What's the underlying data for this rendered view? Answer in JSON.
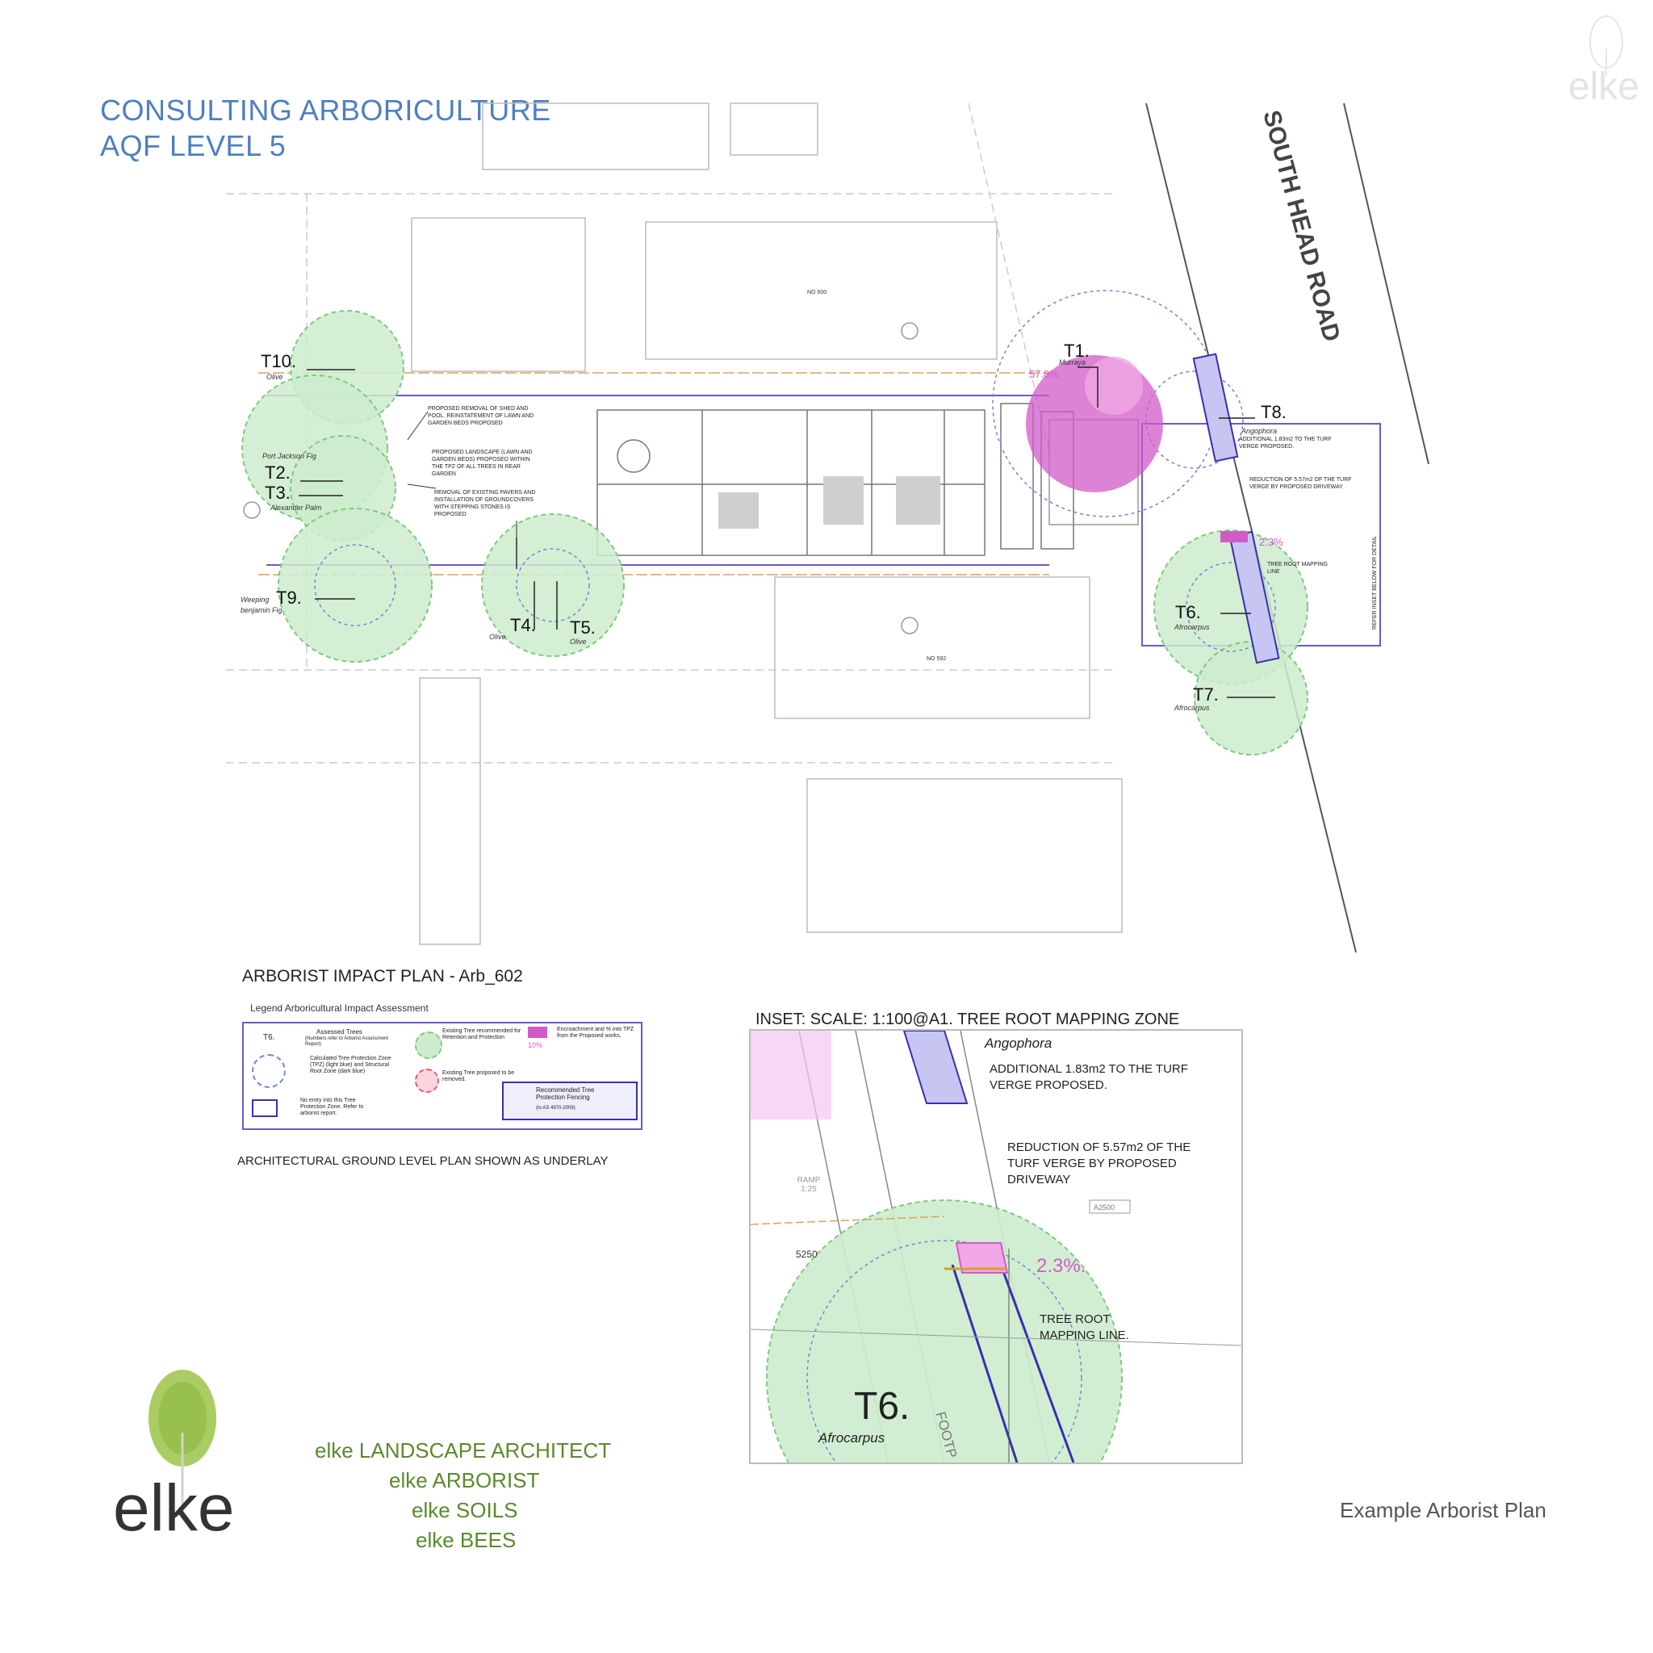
{
  "header": {
    "line1": "CONSULTING ARBORICULTURE",
    "line2": "AQF LEVEL 5"
  },
  "corner_logo": {
    "text": "elke"
  },
  "plan": {
    "road_label": "SOUTH HEAD ROAD",
    "lot_labels": [
      "NO 600",
      "NO 592"
    ],
    "trees": [
      {
        "id": "T1.",
        "species": "Murraya"
      },
      {
        "id": "T2.",
        "species": "Port Jackson Fig"
      },
      {
        "id": "T3.",
        "species": "Alexander Palm"
      },
      {
        "id": "T4.",
        "species": "Olive"
      },
      {
        "id": "T5.",
        "species": "Olive"
      },
      {
        "id": "T6.",
        "species": "Afrocarpus"
      },
      {
        "id": "T7.",
        "species": "Afrocarpus"
      },
      {
        "id": "T8.",
        "species": "Angophora"
      },
      {
        "id": "T9.",
        "species": "Weeping benjamin Fig"
      },
      {
        "id": "T10.",
        "species": "Olive"
      }
    ],
    "encroachments": [
      "57.8%",
      "2.3%"
    ],
    "notes": {
      "shed": "PROPOSED REMOVAL OF SHED AND POOL. REINSTATEMENT OF LAWN AND GARDEN BEDS PROPOSED",
      "landscape": "PROPOSED LANDSCAPE (LAWN AND GARDEN BEDS) PROPOSED WITHIN THE TPZ OF ALL TREES IN REAR GARDEN",
      "pavers": "REMOVAL OF EXISTING PAVERS AND INSTALLATION OF GROUNDCOVERS WITH STEPPING STONES IS PROPOSED",
      "additional": "ADDITIONAL 1.83m2 TO THE TURF VERGE PROPOSED.",
      "reduction": "REDUCTION OF 5.57m2 OF THE TURF VERGE BY PROPOSED DRIVEWAY",
      "mapping": "TREE ROOT MAPPING LINE",
      "refer": "REFER INSET BELOW FOR DETAIL"
    }
  },
  "impact_plan": {
    "title": "ARBORIST IMPACT PLAN - Arb_602",
    "legend_title": "Legend Arboricultural Impact Assessment",
    "legend_items": {
      "assessed": "Assessed Trees",
      "assessed_note": "(Numbers refer to Arborist Assessment Report)",
      "tpz": "Calculated Tree Protection Zone (TPZ) (light blue) and Structural Root Zone (dark blue)",
      "no_entry": "No entry into this Tree Protection Zone. Refer to arborist report.",
      "retain": "Existing Tree recommended for Retention and Protection",
      "remove": "Existing Tree proposed to be removed.",
      "encroach": "Encroachment and % into TPZ from the Proposed works.",
      "encroach_pct": "10%",
      "fencing": "Recommended Tree Protection Fencing",
      "fencing_note": "(to AS 4970-2009)",
      "t6": "T6."
    },
    "underlay_note": "ARCHITECTURAL GROUND LEVEL PLAN SHOWN AS UNDERLAY"
  },
  "inset": {
    "title": "INSET: SCALE: 1:100@A1. TREE ROOT MAPPING ZONE",
    "species_top": "Angophora",
    "note_additional": "ADDITIONAL 1.83m2 TO THE TURF VERGE PROPOSED.",
    "note_reduction": "REDUCTION OF 5.57m2 OF THE TURF VERGE BY PROPOSED DRIVEWAY",
    "percent": "2.3%.",
    "mapping": "TREE ROOT MAPPING LINE.",
    "tree_id": "T6.",
    "tree_species": "Afrocarpus",
    "ramp": "RAMP 1:25",
    "dim": "5250",
    "footpath": "FOOTP"
  },
  "branding": {
    "logo_text": "elke",
    "lines": [
      "elke   LANDSCAPE ARCHITECT",
      "elke ARBORIST",
      "elke SOILS",
      "elke BEES"
    ]
  },
  "caption": "Example Arborist Plan",
  "colors": {
    "accent_blue": "#4f7fc0",
    "brand_green": "#5a8a2e",
    "tpz_green": "#cdeccd",
    "encroach_magenta": "#d25ac8",
    "structure_blue": "#5a4fcf"
  }
}
